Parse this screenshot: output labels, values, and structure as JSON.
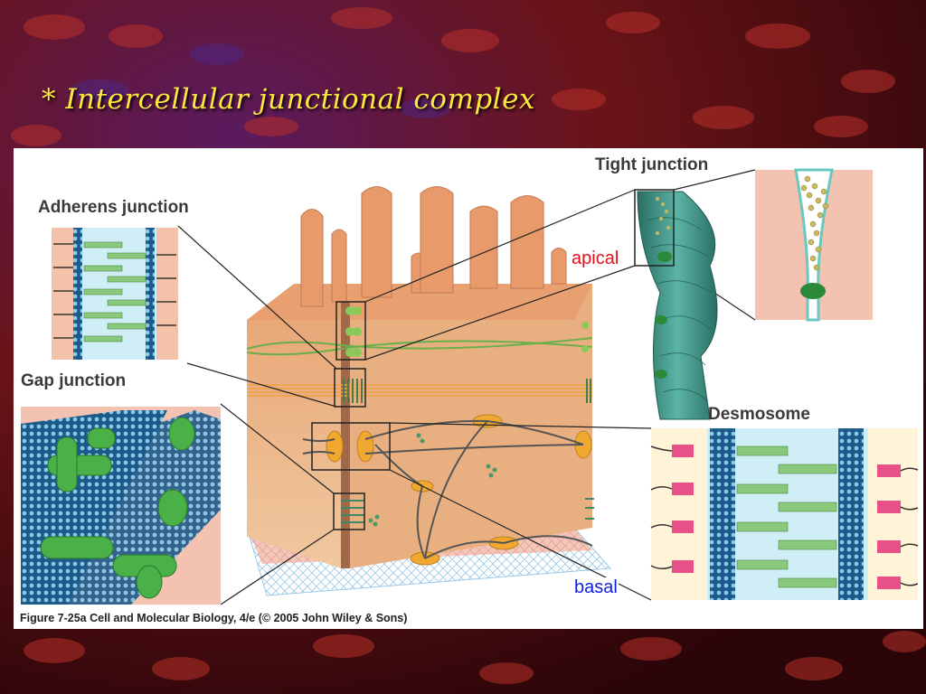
{
  "slide": {
    "title": "* Intercellular junctional complex",
    "title_color": "#ffe640"
  },
  "diagram": {
    "labels": {
      "adherens": "Adherens junction",
      "gap": "Gap junction",
      "tight": "Tight junction",
      "desmosome": "Desmosome",
      "apical": "apical",
      "basal": "basal"
    },
    "caption": "Figure 7-25a  Cell and Molecular Biology, 4/e (© 2005 John Wiley & Sons)"
  },
  "colors": {
    "cell_body": "#e8b48a",
    "junction_green": "#5aa83a",
    "tight_junction_teal": "#3a8a7e",
    "gap_blue": "#1c5a8a",
    "desmosome_pink": "#e8508a",
    "apical_label": "#e0101a",
    "basal_label": "#1020e0"
  }
}
